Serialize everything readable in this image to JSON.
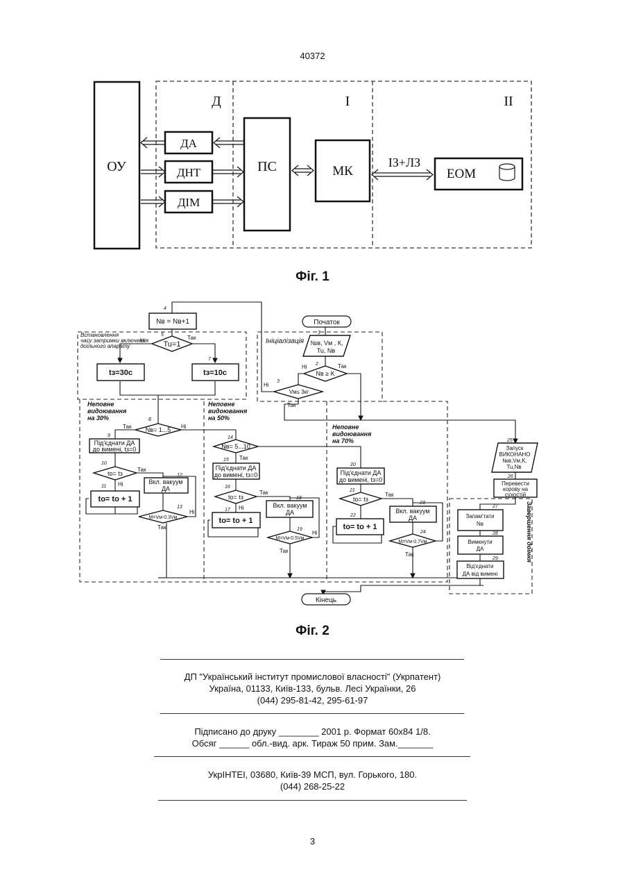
{
  "header": {
    "doc_number": "40372"
  },
  "fig1": {
    "caption": "Фіг. 1",
    "zones": {
      "d": "Д",
      "i": "І",
      "ii": "ІІ"
    },
    "blocks": {
      "ou": "ОУ",
      "da": "ДА",
      "dnt": "ДНТ",
      "dim": "ДІМ",
      "ps": "ПС",
      "mk": "МК",
      "eom": "ЕОМ"
    },
    "link_label": "ІЗ+ЛЗ"
  },
  "fig2": {
    "caption": "Фіг. 2",
    "start": "Початок",
    "end": "Кінець",
    "zone_init": "Ініціалізація",
    "zone_delay": [
      "Встановлення",
      "часу затримки включення",
      "доїльного апарату"
    ],
    "zone_30": [
      "Неповне",
      "видоювання",
      "на 30%"
    ],
    "zone_50": [
      "Неповне",
      "видоювання",
      "на 50%"
    ],
    "zone_70": [
      "Неповне",
      "видоювання",
      "на 70%"
    ],
    "zone_finish": "Завершення доїння",
    "yes": "Так",
    "no": "Ні",
    "b1": [
      "№в, Vм , К,",
      "Tu, Nв"
    ],
    "b2": "Nв ≥ K",
    "b3": "Vм≤ 3кг",
    "b4": "Nв = Nв+1",
    "b5": "Tu=1",
    "b6": "tз=30с",
    "b7": "tз=10с",
    "b8": "Nв= 1...5",
    "b9": [
      "Під'єднати ДА",
      "до вимені, tз=0"
    ],
    "b10": "tо= tз",
    "b11": "tо= tо + 1",
    "b12": [
      "Вкл. вакуум",
      "ДА"
    ],
    "b13": "M=Vм-0.3Vм",
    "b14": "Nв= 5...10",
    "b15": [
      "Під'єднати ДА",
      "до вимені, tз=0"
    ],
    "b16": "tо= tз",
    "b17": "tо= tо + 1",
    "b18": [
      "Вкл. вакуум",
      "ДА"
    ],
    "b19": "M=Vм-0.5Vм",
    "b20": [
      "Під'єднати ДА",
      "до вимені, tз=0"
    ],
    "b21": "tо= tз",
    "b22": "tо= tо + 1",
    "b23": [
      "Вкл. вакуум",
      "ДА"
    ],
    "b24": "M=Vм-0.7Vм",
    "b25": [
      "Запуск",
      "ВИКОНАНО",
      "№в,Vм,K,",
      "Tu,Nв"
    ],
    "b26": [
      "Перевести",
      "корову на",
      "сухостій"
    ],
    "b27": [
      "Запам'тати",
      "Nв"
    ],
    "b28": [
      "Вимкнути",
      "ДА"
    ],
    "b29": [
      "Від'єднати",
      "ДА від вимені"
    ],
    "nums": [
      "1",
      "2",
      "3",
      "4",
      "5",
      "6",
      "7",
      "8",
      "9",
      "10",
      "11",
      "12",
      "13",
      "14",
      "15",
      "16",
      "17",
      "18",
      "19",
      "20",
      "21",
      "22",
      "23",
      "24",
      "25",
      "26",
      "27",
      "28",
      "29"
    ]
  },
  "footer": {
    "org": "ДП \"Український інститут промислової власності\" (Укрпатент)",
    "address": "Україна, 01133, Київ-133, бульв. Лесі Українки, 26",
    "phone": "(044) 295-81-42, 295-61-97",
    "print_line1": "Підписано до друку ________ 2001 р.    Формат 60х84 1/8.",
    "print_line2": "Обсяг ______ обл.-вид. арк.   Тираж 50 прим.    Зам._______",
    "ukrintei": "УкрІНТЕІ, 03680, Київ-39 МСП, вул. Горького, 180.",
    "ukrintei_phone": "(044) 268-25-22"
  },
  "page_number": "3"
}
